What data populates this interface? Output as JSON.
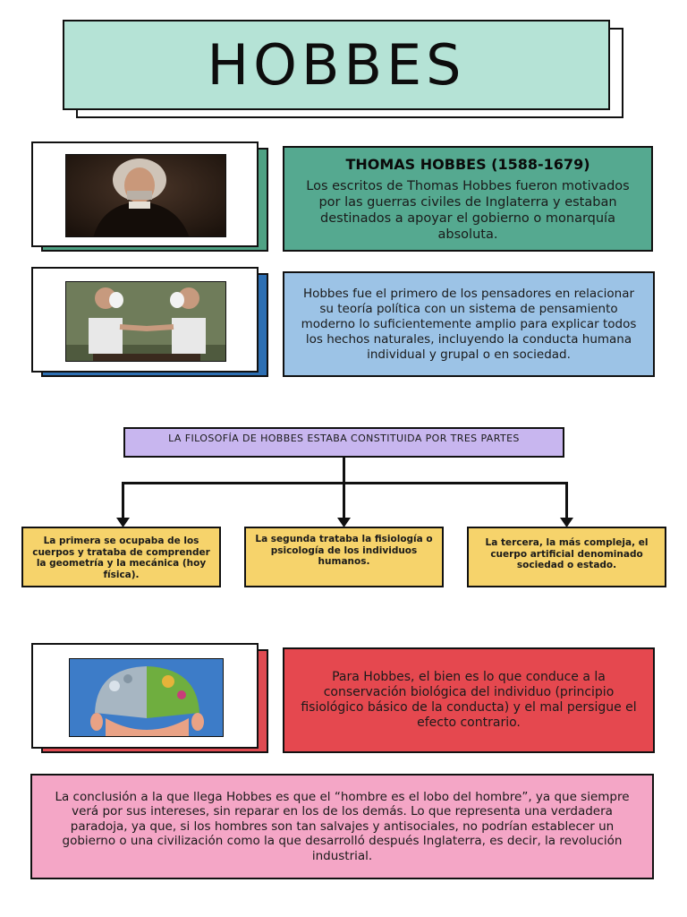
{
  "title": "HOBBES",
  "intro": {
    "heading": "THOMAS HOBBES (1588-1679)",
    "text": "Los escritos de Thomas Hobbes fueron motivados por las guerras civiles de Inglaterra y estaban destinados a apoyar el gobierno o monarquía absoluta."
  },
  "thinker": {
    "text": "Hobbes fue el primero de los pensadores en relacionar su teoría política con un sistema de pensamiento moderno lo suficientemente amplio para explicar todos los hechos naturales, incluyendo la conducta humana individual y grupal o en sociedad."
  },
  "philosophy": {
    "heading": "LA FILOSOFÍA DE HOBBES ESTABA CONSTITUIDA POR TRES PARTES",
    "parts": [
      "La primera se ocupaba de los cuerpos y trataba de comprender la geometría y la mecánica (hoy física).",
      "La segunda trataba la fisiología o psicología de los individuos humanos.",
      "La tercera, la más compleja, el cuerpo artificial denominado sociedad o estado."
    ]
  },
  "good": {
    "text": "Para Hobbes, el bien es lo que conduce a la conservación biológica del individuo (principio fisiológico básico de la conducta) y el mal persigue el efecto contrario."
  },
  "conclusion": {
    "text": "La conclusión a la que llega Hobbes es que el “hombre es el lobo del hombre”, ya que siempre verá por sus intereses, sin reparar en los de los demás. Lo que representa una verdadera paradoja, ya que, si los hombres son tan salvajes y antisociales, no podrían establecer un gobierno o una civilización como la que desarrolló después Inglaterra, es decir, la revolución industrial."
  },
  "colors": {
    "title_bg": "#b5e3d6",
    "green": "#55a990",
    "blue": "#9cc3e6",
    "lilac": "#c8b6ef",
    "yellow": "#f6d36b",
    "red": "#e5484f",
    "pink": "#f4a6c6"
  },
  "images": [
    "portrait-photo",
    "handshake-masks-illustration",
    "split-brain-illustration"
  ]
}
